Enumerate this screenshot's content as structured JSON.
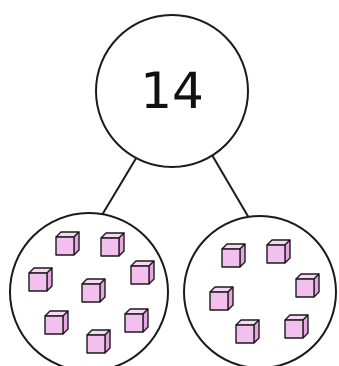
{
  "number_bond": {
    "whole": "14",
    "parts": [
      {
        "cube_count": 8
      },
      {
        "cube_count": 6
      }
    ]
  },
  "colors": {
    "outline": "#1a1a1a",
    "cube_face": "#f2bfee",
    "cube_side": "#e7a6e2",
    "cube_top": "#f7d9f4",
    "background": "#ffffff"
  }
}
